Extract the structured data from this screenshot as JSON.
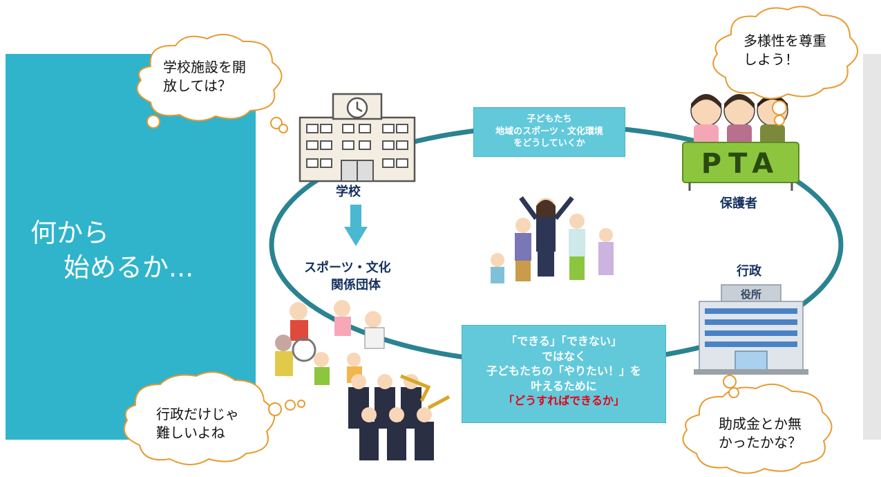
{
  "title": {
    "line1": "何から",
    "line2": "始めるか..."
  },
  "nodes": {
    "school": "学校",
    "guardians": "保護者",
    "sports_groups_line1": "スポーツ・文化",
    "sports_groups_line2": "関係団体",
    "government": "行政"
  },
  "topic_box": {
    "line1": "子どもたち",
    "line2": "地域のスポーツ・文化環境",
    "line3": "をどうしていくか"
  },
  "message_box": {
    "line1": "「できる」「できない」",
    "line2": "ではなく",
    "line3": "子どもたちの「やりたい！」を",
    "line4": "叶えるために",
    "line5_highlight": "「どうすればできるか」"
  },
  "thought_clouds": {
    "school": {
      "line1": "学校施設を開",
      "line2": "放しては？"
    },
    "pta": {
      "line1": "多様性を尊重",
      "line2": "しよう！"
    },
    "sports": {
      "line1": "行政だけじゃ",
      "line2": "難しいよね"
    },
    "government": {
      "line1": "助成金とか無",
      "line2": "かったかな？"
    }
  },
  "pta_banner": "PTA",
  "city_hall_sign": "役所",
  "colors": {
    "panel": "#2fb4cb",
    "ring": "#2a8390",
    "box": "#62c9db",
    "label": "#14305e",
    "highlight": "#e60012",
    "pta_green": "#8cc63f"
  }
}
